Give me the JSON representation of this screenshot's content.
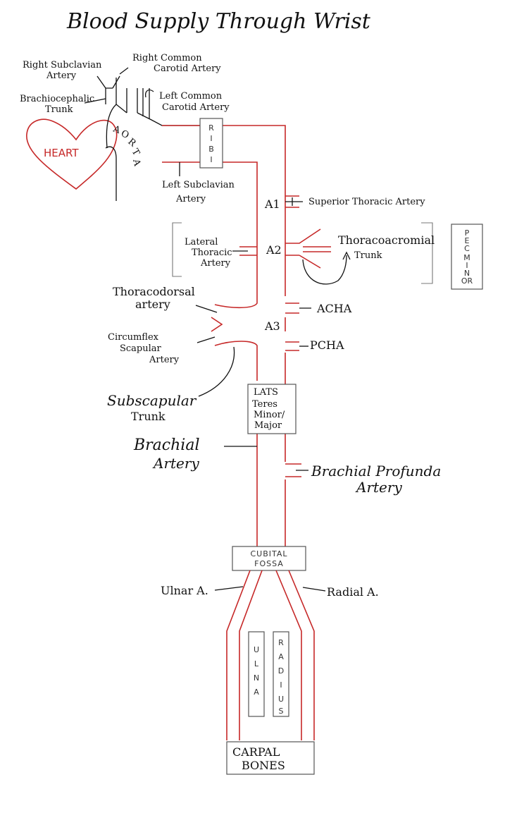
{
  "title": "Blood Supply Through Wrist",
  "labels": {
    "right_subclavian": [
      "Right Subclavian",
      "Artery"
    ],
    "right_common_carotid": [
      "Right Common",
      "Carotid Artery"
    ],
    "brachiocephalic": [
      "Brachiocephalic",
      "Trunk"
    ],
    "left_common_carotid": [
      "Left Common",
      "Carotid Artery"
    ],
    "heart": "HEART",
    "aorta": "AORTA",
    "rib": "RIB I",
    "left_subclavian": [
      "Left Subclavian",
      "Artery"
    ],
    "a1": "A1",
    "superior_thoracic": "Superior Thoracic Artery",
    "lateral_thoracic": [
      "Lateral",
      "Thoracic",
      "Artery"
    ],
    "a2": "A2",
    "thoracoacromial": [
      "Thoracoacromial",
      "Trunk"
    ],
    "pec_minor": "PEC MINOR",
    "thoracodorsal": [
      "Thoracodorsal",
      "artery"
    ],
    "acha": "ACHA",
    "a3": "A3",
    "circumflex_scapular": [
      "Circumflex",
      "Scapular",
      "Artery"
    ],
    "pcha": "PCHA",
    "subscapular": [
      "Subscapular",
      "Trunk"
    ],
    "lats_box": [
      "LATS",
      "Teres",
      "Minor/",
      "Major"
    ],
    "brachial": [
      "Brachial",
      "Artery"
    ],
    "brachial_profunda": [
      "Brachial Profunda",
      "Artery"
    ],
    "cubital_fossa": [
      "CUBITAL",
      "FOSSA"
    ],
    "ulnar": "Ulnar A.",
    "radial": "Radial A.",
    "ulna_bone": "ULNA",
    "radius_bone": "RADIUS",
    "carpal": [
      "CARPAL",
      "BONES"
    ]
  },
  "colors": {
    "artery": "#c62828",
    "ink": "#111111",
    "box": "#555555"
  }
}
